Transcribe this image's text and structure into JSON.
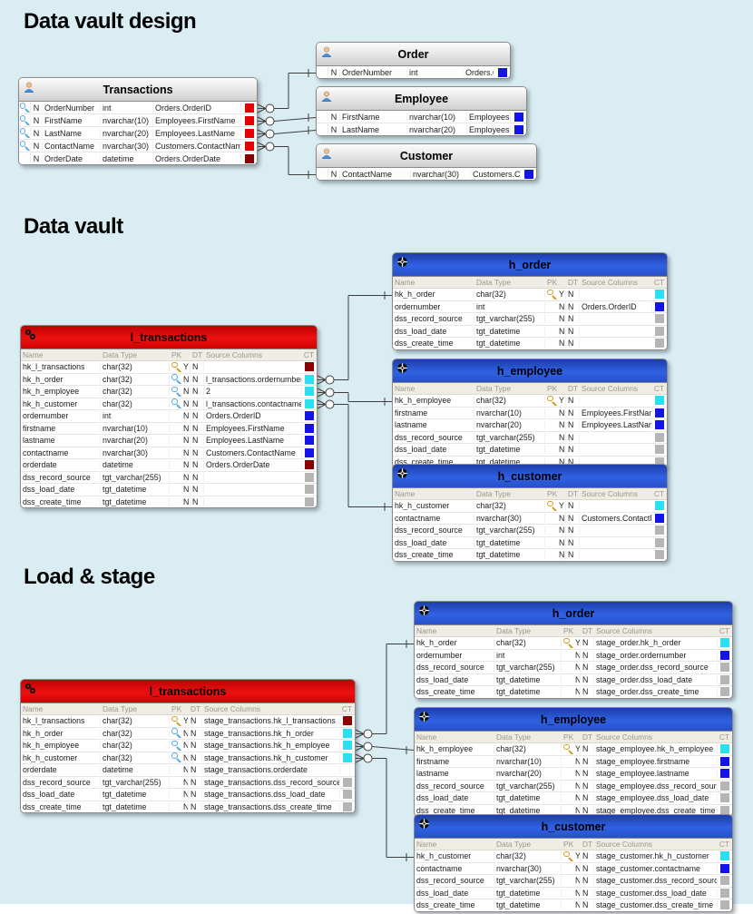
{
  "headings": [
    {
      "id": "dvd",
      "text": "Data vault design"
    },
    {
      "id": "dv",
      "text": "Data vault"
    },
    {
      "id": "ls",
      "text": "Load & stage"
    }
  ],
  "colheads": {
    "name": "Name",
    "type": "Data Type",
    "pk": "PK",
    "dt": "DT",
    "source": "Source Columns",
    "ct": "CT"
  },
  "palette": {
    "canvas_bg": "#d9edf3",
    "header_red": "#d90707",
    "header_blue": "#2a55d4",
    "header_gray": "#d8d8d8",
    "ct_red": "#e60000",
    "ct_dark_red": "#8b0000",
    "ct_cyan": "#2bdff2",
    "ct_blue": "#1414e8",
    "ct_gray": "#b5b5b5",
    "key_gold": "#cf9c1e",
    "key_blue": "#58a8de"
  },
  "tables": {
    "transactions": {
      "title": "Transactions",
      "icon": "person",
      "rows": [
        {
          "key": "blue",
          "n": "N",
          "name": "OrderNumber",
          "type": "int",
          "source": "Orders.OrderID",
          "ct": "#e60000"
        },
        {
          "key": "blue",
          "n": "N",
          "name": "FirstName",
          "type": "nvarchar(10)",
          "source": "Employees.FirstName",
          "ct": "#e60000"
        },
        {
          "key": "blue",
          "n": "N",
          "name": "LastName",
          "type": "nvarchar(20)",
          "source": "Employees.LastName",
          "ct": "#e60000"
        },
        {
          "key": "blue",
          "n": "N",
          "name": "ContactName",
          "type": "nvarchar(30)",
          "source": "Customers.ContactName",
          "ct": "#e60000"
        },
        {
          "n": "N",
          "name": "OrderDate",
          "type": "datetime",
          "source": "Orders.OrderDate",
          "ct": "#8b0000"
        }
      ]
    },
    "order": {
      "title": "Order",
      "icon": "person",
      "rows": [
        {
          "n": "N",
          "name": "OrderNumber",
          "type": "int",
          "source": "Orders.OrderID",
          "ct": "#1414e8"
        }
      ]
    },
    "employee": {
      "title": "Employee",
      "icon": "person",
      "rows": [
        {
          "n": "N",
          "name": "FirstName",
          "type": "nvarchar(10)",
          "source": "Employees.FirstName",
          "ct": "#1414e8"
        },
        {
          "n": "N",
          "name": "LastName",
          "type": "nvarchar(20)",
          "source": "Employees.LastName",
          "ct": "#1414e8"
        }
      ]
    },
    "customer": {
      "title": "Customer",
      "icon": "person",
      "rows": [
        {
          "n": "N",
          "name": "ContactName",
          "type": "nvarchar(30)",
          "source": "Customers.ContactName",
          "ct": "#1414e8"
        }
      ]
    },
    "dv_l_transactions": {
      "title": "l_transactions",
      "icon": "link",
      "rows": [
        {
          "key": "gold",
          "name": "hk_l_transactions",
          "type": "char(32)",
          "pk": "Y",
          "dt": "N",
          "source": "",
          "ct": "#8b0000"
        },
        {
          "key": "blue",
          "name": "hk_h_order",
          "type": "char(32)",
          "pk": "N",
          "dt": "N",
          "source": "l_transactions.ordernumber",
          "ct": "#2bdff2"
        },
        {
          "key": "blue",
          "name": "hk_h_employee",
          "type": "char(32)",
          "pk": "N",
          "dt": "N",
          "source": "2",
          "ct": "#2bdff2"
        },
        {
          "key": "blue",
          "name": "hk_h_customer",
          "type": "char(32)",
          "pk": "N",
          "dt": "N",
          "source": "l_transactions.contactname",
          "ct": "#2bdff2"
        },
        {
          "name": "ordernumber",
          "type": "int",
          "pk": "N",
          "dt": "N",
          "source": "Orders.OrderID",
          "ct": "#1414e8"
        },
        {
          "name": "firstname",
          "type": "nvarchar(10)",
          "pk": "N",
          "dt": "N",
          "source": "Employees.FirstName",
          "ct": "#1414e8"
        },
        {
          "name": "lastname",
          "type": "nvarchar(20)",
          "pk": "N",
          "dt": "N",
          "source": "Employees.LastName",
          "ct": "#1414e8"
        },
        {
          "name": "contactname",
          "type": "nvarchar(30)",
          "pk": "N",
          "dt": "N",
          "source": "Customers.ContactName",
          "ct": "#1414e8"
        },
        {
          "name": "orderdate",
          "type": "datetime",
          "pk": "N",
          "dt": "N",
          "source": "Orders.OrderDate",
          "ct": "#8b0000"
        },
        {
          "name": "dss_record_source",
          "type": "tgt_varchar(255)",
          "pk": "N",
          "dt": "N",
          "source": "",
          "ct": "#b5b5b5"
        },
        {
          "name": "dss_load_date",
          "type": "tgt_datetime",
          "pk": "N",
          "dt": "N",
          "source": "",
          "ct": "#b5b5b5"
        },
        {
          "name": "dss_create_time",
          "type": "tgt_datetime",
          "pk": "N",
          "dt": "N",
          "source": "",
          "ct": "#b5b5b5"
        }
      ]
    },
    "dv_h_order": {
      "title": "h_order",
      "icon": "hub",
      "rows": [
        {
          "key": "gold",
          "name": "hk_h_order",
          "type": "char(32)",
          "pk": "Y",
          "dt": "N",
          "source": "",
          "ct": "#2bdff2"
        },
        {
          "name": "ordernumber",
          "type": "int",
          "pk": "N",
          "dt": "N",
          "source": "Orders.OrderID",
          "ct": "#1414e8"
        },
        {
          "name": "dss_record_source",
          "type": "tgt_varchar(255)",
          "pk": "N",
          "dt": "N",
          "source": "",
          "ct": "#b5b5b5"
        },
        {
          "name": "dss_load_date",
          "type": "tgt_datetime",
          "pk": "N",
          "dt": "N",
          "source": "",
          "ct": "#b5b5b5"
        },
        {
          "name": "dss_create_time",
          "type": "tgt_datetime",
          "pk": "N",
          "dt": "N",
          "source": "",
          "ct": "#b5b5b5"
        }
      ]
    },
    "dv_h_employee": {
      "title": "h_employee",
      "icon": "hub",
      "rows": [
        {
          "key": "gold",
          "name": "hk_h_employee",
          "type": "char(32)",
          "pk": "Y",
          "dt": "N",
          "source": "",
          "ct": "#2bdff2"
        },
        {
          "name": "firstname",
          "type": "nvarchar(10)",
          "pk": "N",
          "dt": "N",
          "source": "Employees.FirstName",
          "ct": "#1414e8"
        },
        {
          "name": "lastname",
          "type": "nvarchar(20)",
          "pk": "N",
          "dt": "N",
          "source": "Employees.LastName",
          "ct": "#1414e8"
        },
        {
          "name": "dss_record_source",
          "type": "tgt_varchar(255)",
          "pk": "N",
          "dt": "N",
          "source": "",
          "ct": "#b5b5b5"
        },
        {
          "name": "dss_load_date",
          "type": "tgt_datetime",
          "pk": "N",
          "dt": "N",
          "source": "",
          "ct": "#b5b5b5"
        },
        {
          "name": "dss_create_time",
          "type": "tgt_datetime",
          "pk": "N",
          "dt": "N",
          "source": "",
          "ct": "#b5b5b5"
        }
      ]
    },
    "dv_h_customer": {
      "title": "h_customer",
      "icon": "hub",
      "rows": [
        {
          "key": "gold",
          "name": "hk_h_customer",
          "type": "char(32)",
          "pk": "Y",
          "dt": "N",
          "source": "",
          "ct": "#2bdff2"
        },
        {
          "name": "contactname",
          "type": "nvarchar(30)",
          "pk": "N",
          "dt": "N",
          "source": "Customers.ContactName",
          "ct": "#1414e8"
        },
        {
          "name": "dss_record_source",
          "type": "tgt_varchar(255)",
          "pk": "N",
          "dt": "N",
          "source": "",
          "ct": "#b5b5b5"
        },
        {
          "name": "dss_load_date",
          "type": "tgt_datetime",
          "pk": "N",
          "dt": "N",
          "source": "",
          "ct": "#b5b5b5"
        },
        {
          "name": "dss_create_time",
          "type": "tgt_datetime",
          "pk": "N",
          "dt": "N",
          "source": "",
          "ct": "#b5b5b5"
        }
      ]
    },
    "ls_l_transactions": {
      "title": "l_transactions",
      "icon": "link",
      "rows": [
        {
          "key": "gold",
          "name": "hk_l_transactions",
          "type": "char(32)",
          "pk": "Y",
          "dt": "N",
          "source": "stage_transactions.hk_l_transactions",
          "ct": "#8b0000"
        },
        {
          "key": "blue",
          "name": "hk_h_order",
          "type": "char(32)",
          "pk": "N",
          "dt": "N",
          "source": "stage_transactions.hk_h_order",
          "ct": "#2bdff2"
        },
        {
          "key": "blue",
          "name": "hk_h_employee",
          "type": "char(32)",
          "pk": "N",
          "dt": "N",
          "source": "stage_transactions.hk_h_employee",
          "ct": "#2bdff2"
        },
        {
          "key": "blue",
          "name": "hk_h_customer",
          "type": "char(32)",
          "pk": "N",
          "dt": "N",
          "source": "stage_transactions.hk_h_customer",
          "ct": "#2bdff2"
        },
        {
          "name": "orderdate",
          "type": "datetime",
          "pk": "N",
          "dt": "N",
          "source": "stage_transactions.orderdate",
          "ct": ""
        },
        {
          "name": "dss_record_source",
          "type": "tgt_varchar(255)",
          "pk": "N",
          "dt": "N",
          "source": "stage_transactions.dss_record_source",
          "ct": "#b5b5b5"
        },
        {
          "name": "dss_load_date",
          "type": "tgt_datetime",
          "pk": "N",
          "dt": "N",
          "source": "stage_transactions.dss_load_date",
          "ct": "#b5b5b5"
        },
        {
          "name": "dss_create_time",
          "type": "tgt_datetime",
          "pk": "N",
          "dt": "N",
          "source": "stage_transactions.dss_create_time",
          "ct": "#b5b5b5"
        }
      ]
    },
    "ls_h_order": {
      "title": "h_order",
      "icon": "hub",
      "rows": [
        {
          "key": "gold",
          "name": "hk_h_order",
          "type": "char(32)",
          "pk": "Y",
          "dt": "N",
          "source": "stage_order.hk_h_order",
          "ct": "#2bdff2"
        },
        {
          "name": "ordernumber",
          "type": "int",
          "pk": "N",
          "dt": "N",
          "source": "stage_order.ordernumber",
          "ct": "#1414e8"
        },
        {
          "name": "dss_record_source",
          "type": "tgt_varchar(255)",
          "pk": "N",
          "dt": "N",
          "source": "stage_order.dss_record_source",
          "ct": "#b5b5b5"
        },
        {
          "name": "dss_load_date",
          "type": "tgt_datetime",
          "pk": "N",
          "dt": "N",
          "source": "stage_order.dss_load_date",
          "ct": "#b5b5b5"
        },
        {
          "name": "dss_create_time",
          "type": "tgt_datetime",
          "pk": "N",
          "dt": "N",
          "source": "stage_order.dss_create_time",
          "ct": "#b5b5b5"
        }
      ]
    },
    "ls_h_employee": {
      "title": "h_employee",
      "icon": "hub",
      "rows": [
        {
          "key": "gold",
          "name": "hk_h_employee",
          "type": "char(32)",
          "pk": "Y",
          "dt": "N",
          "source": "stage_employee.hk_h_employee",
          "ct": "#2bdff2"
        },
        {
          "name": "firstname",
          "type": "nvarchar(10)",
          "pk": "N",
          "dt": "N",
          "source": "stage_employee.firstname",
          "ct": "#1414e8"
        },
        {
          "name": "lastname",
          "type": "nvarchar(20)",
          "pk": "N",
          "dt": "N",
          "source": "stage_employee.lastname",
          "ct": "#1414e8"
        },
        {
          "name": "dss_record_source",
          "type": "tgt_varchar(255)",
          "pk": "N",
          "dt": "N",
          "source": "stage_employee.dss_record_source",
          "ct": "#b5b5b5"
        },
        {
          "name": "dss_load_date",
          "type": "tgt_datetime",
          "pk": "N",
          "dt": "N",
          "source": "stage_employee.dss_load_date",
          "ct": "#b5b5b5"
        },
        {
          "name": "dss_create_time",
          "type": "tgt_datetime",
          "pk": "N",
          "dt": "N",
          "source": "stage_employee.dss_create_time",
          "ct": "#b5b5b5"
        }
      ]
    },
    "ls_h_customer": {
      "title": "h_customer",
      "icon": "hub",
      "rows": [
        {
          "key": "gold",
          "name": "hk_h_customer",
          "type": "char(32)",
          "pk": "Y",
          "dt": "N",
          "source": "stage_customer.hk_h_customer",
          "ct": "#2bdff2"
        },
        {
          "name": "contactname",
          "type": "nvarchar(30)",
          "pk": "N",
          "dt": "N",
          "source": "stage_customer.contactname",
          "ct": "#1414e8"
        },
        {
          "name": "dss_record_source",
          "type": "tgt_varchar(255)",
          "pk": "N",
          "dt": "N",
          "source": "stage_customer.dss_record_source",
          "ct": "#b5b5b5"
        },
        {
          "name": "dss_load_date",
          "type": "tgt_datetime",
          "pk": "N",
          "dt": "N",
          "source": "stage_customer.dss_load_date",
          "ct": "#b5b5b5"
        },
        {
          "name": "dss_create_time",
          "type": "tgt_datetime",
          "pk": "N",
          "dt": "N",
          "source": "stage_customer.dss_create_time",
          "ct": "#b5b5b5"
        }
      ]
    }
  },
  "connectors": [
    {
      "from": "transactions:OrderNumber",
      "to": "order:OrderNumber"
    },
    {
      "from": "transactions:FirstName",
      "to": "employee:FirstName"
    },
    {
      "from": "transactions:LastName",
      "to": "employee:LastName"
    },
    {
      "from": "transactions:ContactName",
      "to": "customer:ContactName"
    },
    {
      "from": "dv_l_transactions:hk_h_order",
      "to": "dv_h_order:hk_h_order"
    },
    {
      "from": "dv_l_transactions:hk_h_employee",
      "to": "dv_h_employee:hk_h_employee"
    },
    {
      "from": "dv_l_transactions:hk_h_customer",
      "to": "dv_h_customer:hk_h_customer"
    },
    {
      "from": "ls_l_transactions:hk_h_order",
      "to": "ls_h_order:hk_h_order"
    },
    {
      "from": "ls_l_transactions:hk_h_employee",
      "to": "ls_h_employee:hk_h_employee"
    },
    {
      "from": "ls_l_transactions:hk_h_customer",
      "to": "ls_h_customer:hk_h_customer"
    }
  ]
}
